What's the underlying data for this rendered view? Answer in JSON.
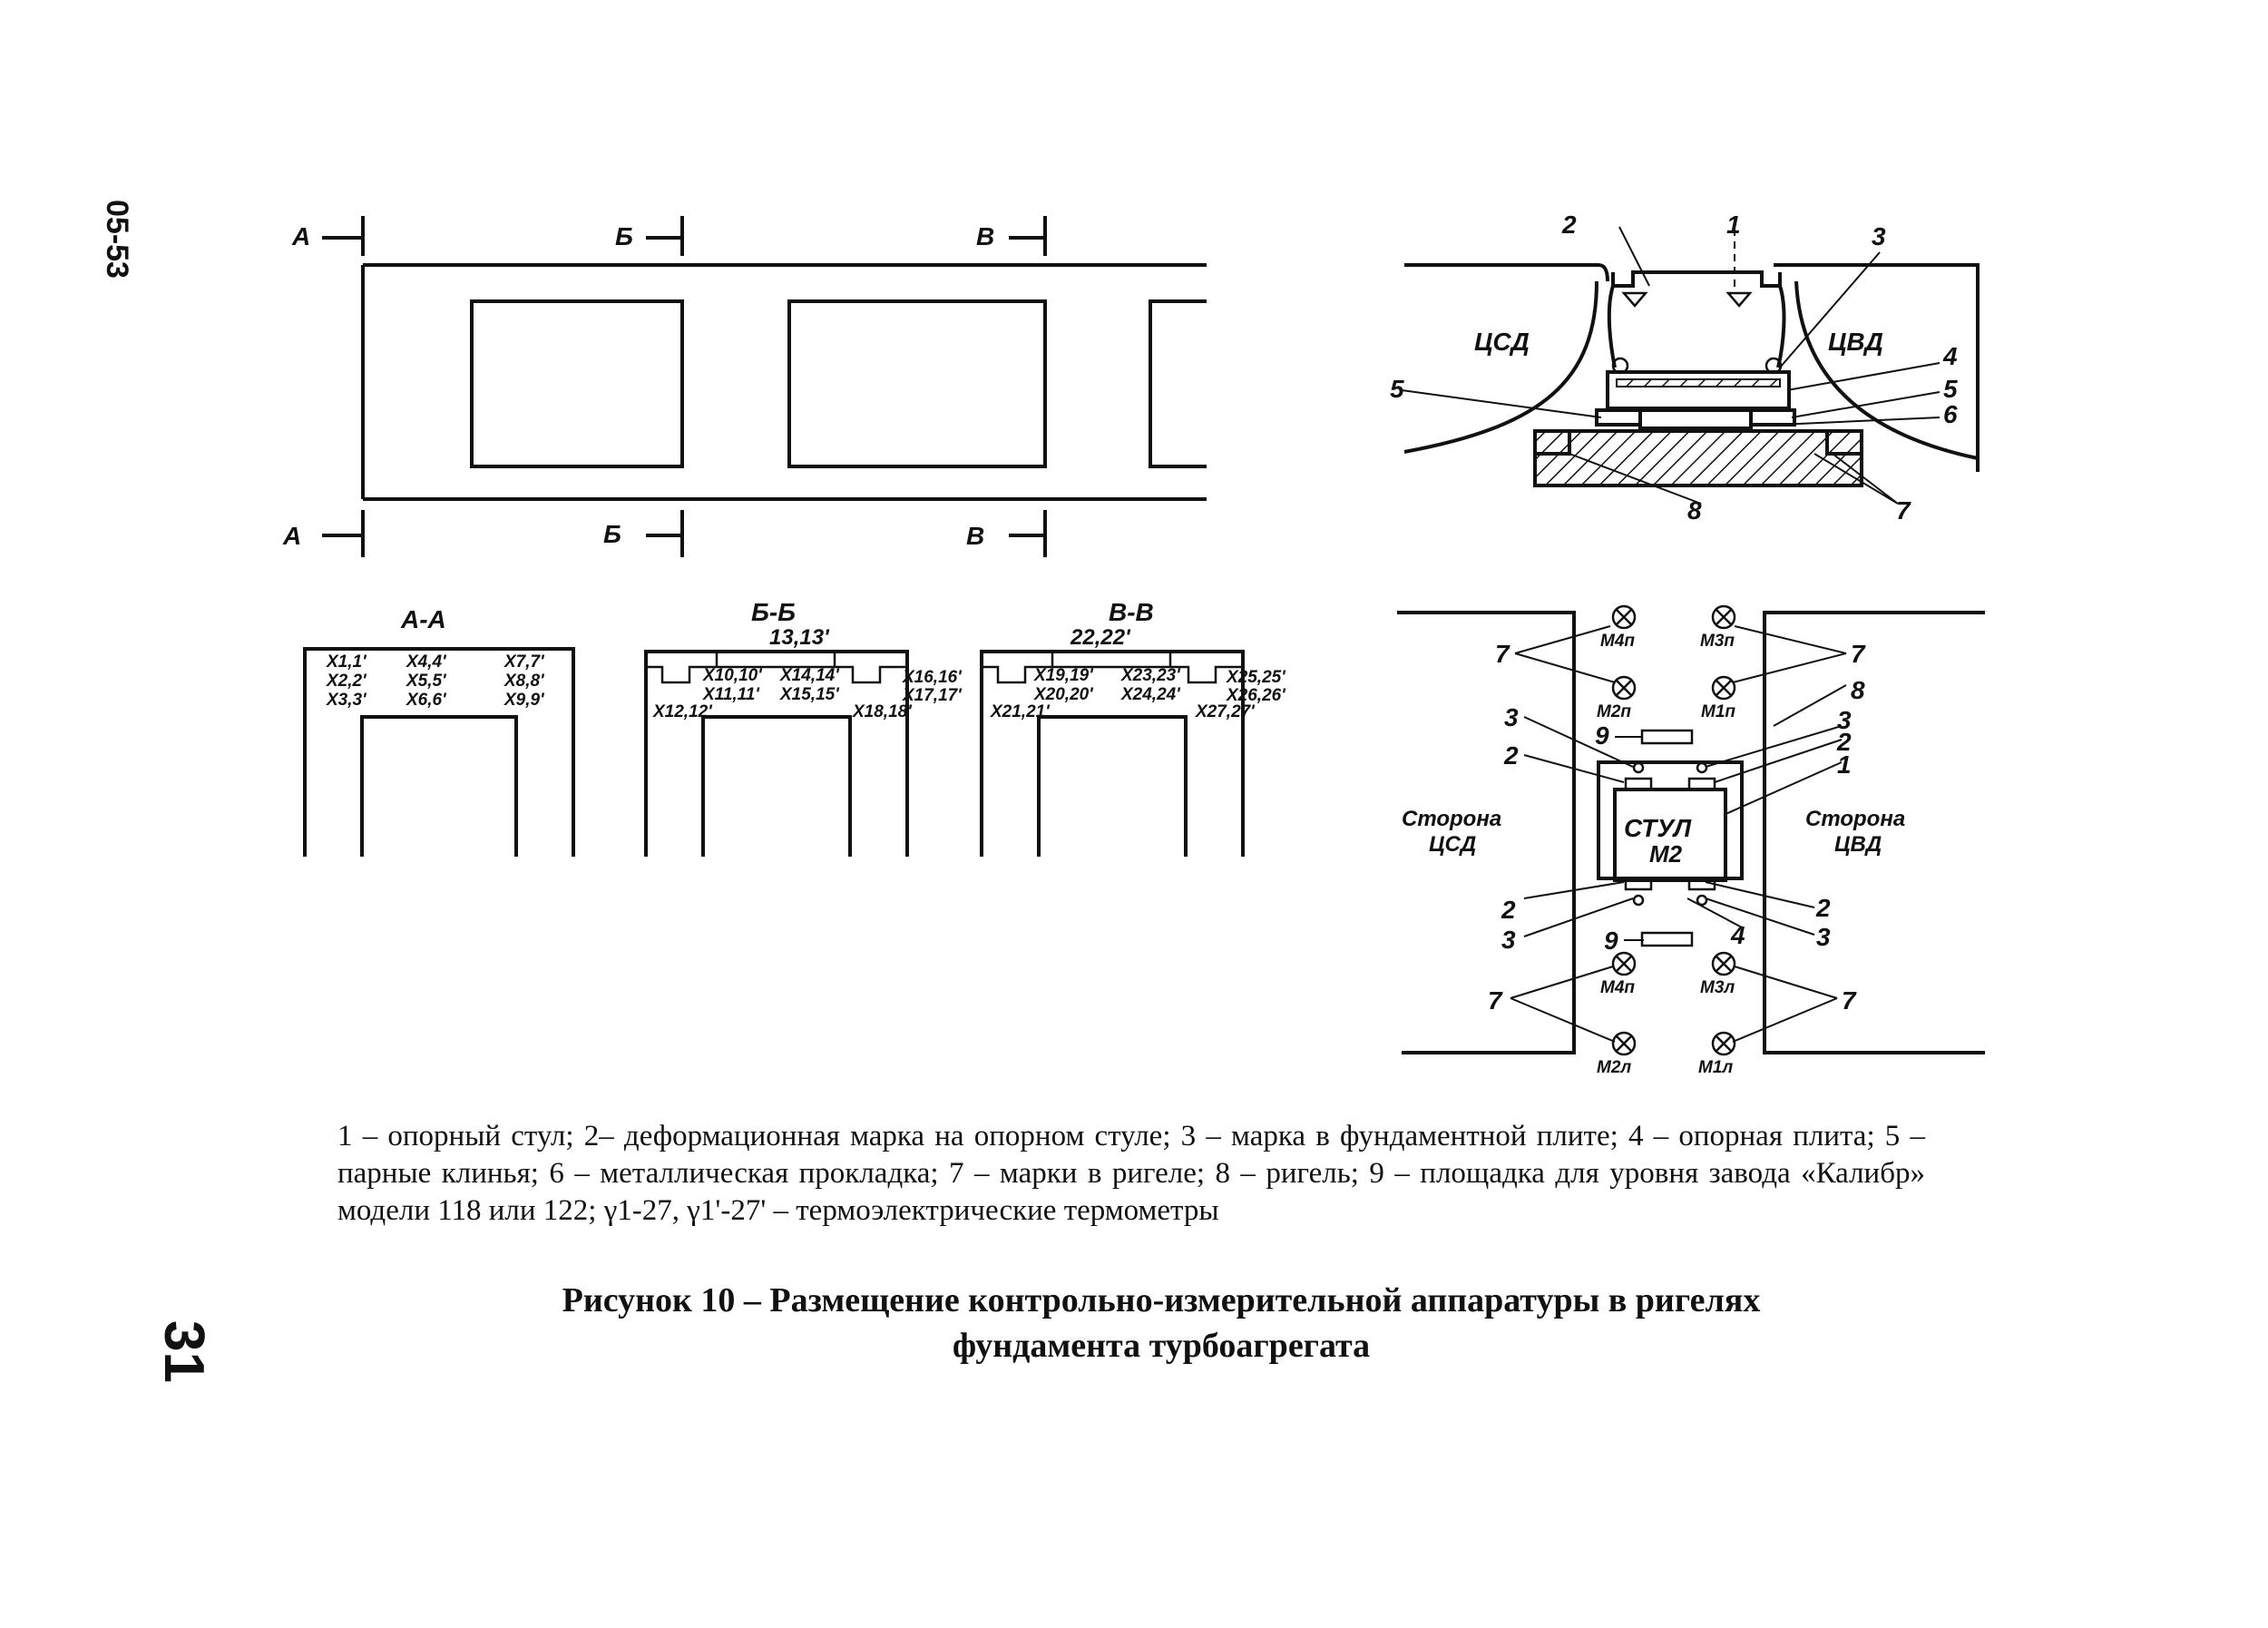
{
  "page": {
    "doc_code": "05-53",
    "page_number": "31"
  },
  "figure": {
    "plan": {
      "section_labels": [
        "А",
        "Б",
        "В"
      ]
    },
    "sections": [
      {
        "title": "А-А",
        "tags_left": [
          "Х1,1'",
          "Х2,2'",
          "Х3,3'"
        ],
        "tags_mid": [
          "Х4,4'",
          "Х5,5'",
          "Х6,6'"
        ],
        "tags_right": [
          "Х7,7'",
          "Х8,8'",
          "Х9,9'"
        ]
      },
      {
        "title": "Б-Б",
        "top_tag": "13,13'",
        "tags": [
          "Х10,10'",
          "Х11,11'",
          "Х14,14'",
          "Х15,15'",
          "Х16,16'",
          "Х17,17'",
          "Х12,12'",
          "Х18,18'"
        ]
      },
      {
        "title": "В-В",
        "top_tag": "22,22'",
        "tags": [
          "Х19,19'",
          "Х20,20'",
          "Х23,23'",
          "Х24,24'",
          "Х25,25'",
          "Х26,26'",
          "Х21,21'",
          "Х27,27'"
        ]
      }
    ],
    "detail": {
      "left_label": "ЦСД",
      "right_label": "ЦВД",
      "callouts": [
        "1",
        "2",
        "3",
        "4",
        "5",
        "5",
        "6",
        "7",
        "8"
      ]
    },
    "plan_view": {
      "chair_line1": "СТУЛ",
      "chair_line2": "М2",
      "side_left_line1": "Сторона",
      "side_left_line2": "ЦСД",
      "side_right_line1": "Сторона",
      "side_right_line2": "ЦВД",
      "marks_top": [
        "М4п",
        "М3п",
        "М2п",
        "М1п"
      ],
      "marks_bottom": [
        "М4п",
        "М3л",
        "М2л",
        "М1л"
      ],
      "callouts": [
        "7",
        "7",
        "8",
        "9",
        "3",
        "2",
        "1",
        "3",
        "2",
        "2",
        "3",
        "4",
        "2",
        "3",
        "9",
        "7",
        "7"
      ]
    }
  },
  "legend": {
    "l1": "1 – опорный стул; 2– деформационная марка на опорном стуле; 3 – марка в фундаментной плите;",
    "l2": "4 – опорная плита; 5 – парные клинья; 6 – металлическая прокладка; 7 – марки в ригеле; 8 – ригель;",
    "l3": "9 – площадка для уровня завода «Калибр» модели 118 или 122; γ1-27, γ1'-27' – термоэлектрические",
    "l4": "термометры"
  },
  "caption": {
    "line1": "Рисунок 10 – Размещение контрольно-измерительной аппаратуры в ригелях",
    "line2": "фундамента турбоагрегата"
  }
}
